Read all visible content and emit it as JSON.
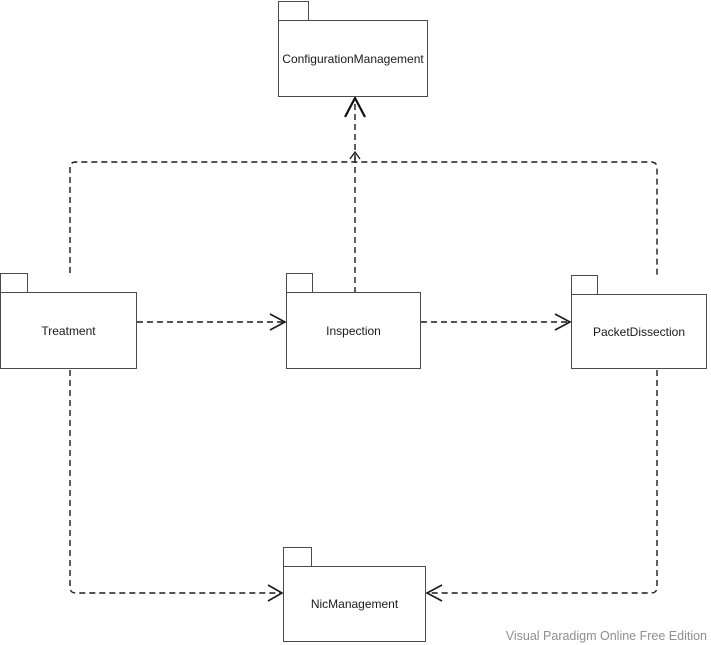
{
  "diagram": {
    "kind": "uml-package-diagram",
    "packages": [
      {
        "name": "ConfigurationManagement"
      },
      {
        "name": "Treatment"
      },
      {
        "name": "Inspection"
      },
      {
        "name": "PacketDissection"
      },
      {
        "name": "NicManagement"
      }
    ],
    "dependencies": [
      {
        "from": "Treatment",
        "to": "Inspection",
        "style": "dashed-arrow"
      },
      {
        "from": "Inspection",
        "to": "PacketDissection",
        "style": "dashed-arrow"
      },
      {
        "from": "Inspection",
        "to": "ConfigurationManagement",
        "style": "dashed-arrow"
      },
      {
        "from": "Treatment",
        "to": "ConfigurationManagement",
        "style": "dashed-arrow",
        "route": "via-top-rail"
      },
      {
        "from": "PacketDissection",
        "to": "ConfigurationManagement",
        "style": "dashed-arrow",
        "route": "via-top-rail"
      },
      {
        "from": "Treatment",
        "to": "NicManagement",
        "style": "dashed-arrow",
        "route": "via-bottom-rail"
      },
      {
        "from": "PacketDissection",
        "to": "NicManagement",
        "style": "dashed-arrow",
        "route": "via-bottom-rail"
      }
    ],
    "colors": {
      "background": "#ffffff",
      "shape_border": "#4a4a4a",
      "connector": "#1a1a1a",
      "text": "#1a1a1a",
      "watermark_text": "#8f8f8f"
    },
    "watermark": "Visual Paradigm Online Free Edition"
  }
}
